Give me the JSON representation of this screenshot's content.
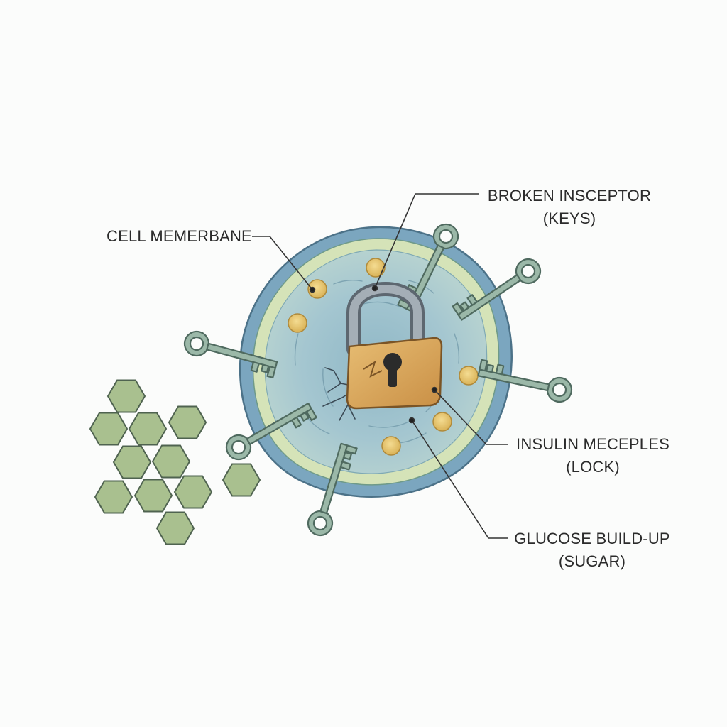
{
  "labels": {
    "cell_membrane": "CELL MEMERBANE",
    "broken_receptor_line1": "BROKEN INSCEPTOR",
    "broken_receptor_line2": "(KEYS)",
    "insulin_line1": "INSULIN MECEPLES",
    "insulin_line2": "(LOCK)",
    "glucose_line1": "GLUCOSE BUILD-UP",
    "glucose_line2": "(SUGAR)"
  },
  "colors": {
    "background": "#fbfcfb",
    "membrane_outer": "#7ba6bf",
    "membrane_band": "#d5e3b8",
    "cytoplasm": "#9fc3cf",
    "key": "#9bb8a8",
    "lock_body": "#d9a65b",
    "shackle": "#8f9aa3",
    "granule": "#e5c46f",
    "glucose": "#a9c08f"
  },
  "icons": [
    "key-icon",
    "padlock-icon",
    "glucose-hexagon-icon",
    "granule-icon"
  ]
}
